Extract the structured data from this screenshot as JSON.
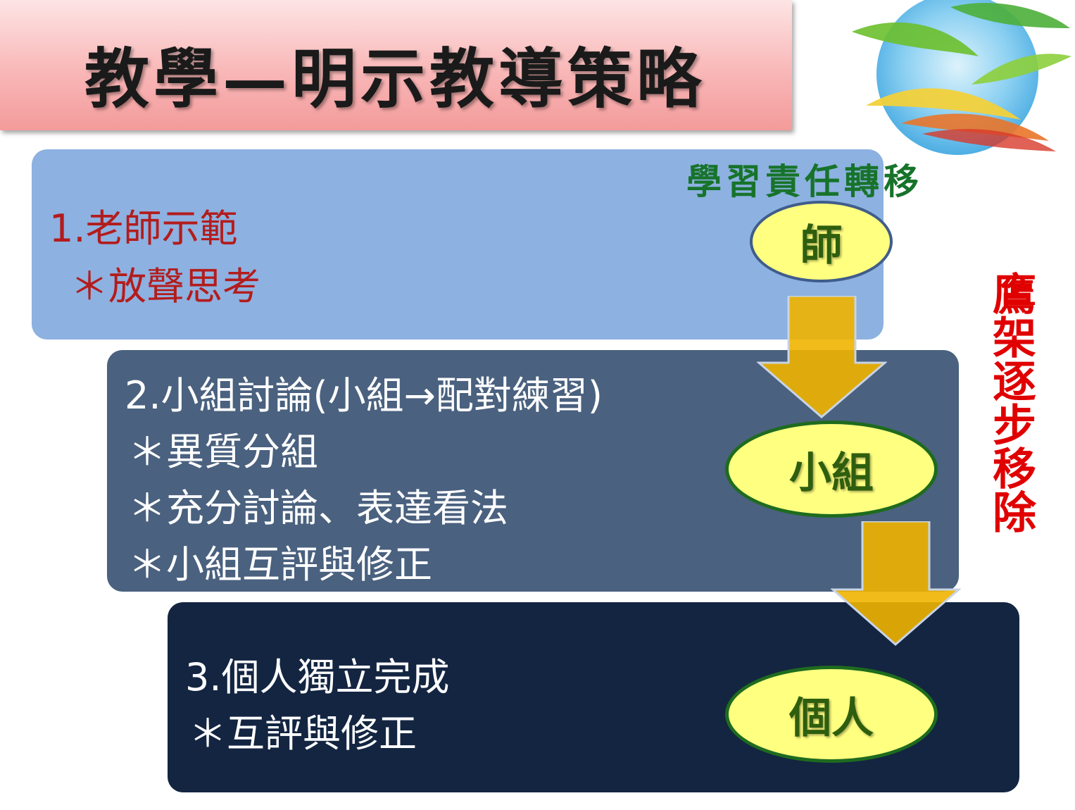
{
  "title": "教學—明示教導策略",
  "transfer_label": "學習責任轉移",
  "scaffold_label": "鷹架逐步移除",
  "steps": [
    {
      "heading": "1.老師示範",
      "bullets": [
        "＊放聲思考"
      ],
      "role": "師"
    },
    {
      "heading": "2.小組討論(小組→配對練習)",
      "bullets": [
        "＊異質分組",
        "＊充分討論、表達看法",
        "＊小組互評與修正"
      ],
      "role": "小組"
    },
    {
      "heading": "3.個人獨立完成",
      "bullets": [
        "＊互評與修正"
      ],
      "role": "個人"
    }
  ],
  "colors": {
    "title_bar": "#f9b7b7",
    "step1_bg": "#8db1e0",
    "step2_bg": "#4a617f",
    "step3_bg": "#132541",
    "step1_text": "#b31c1c",
    "ellipse_fill": "#ffff80",
    "arrow_fill": "#f0b400",
    "transfer_label": "#17732b",
    "scaffold_label": "#e00000"
  },
  "icons": [
    "leaf-logo-icon",
    "down-arrow-icon"
  ]
}
